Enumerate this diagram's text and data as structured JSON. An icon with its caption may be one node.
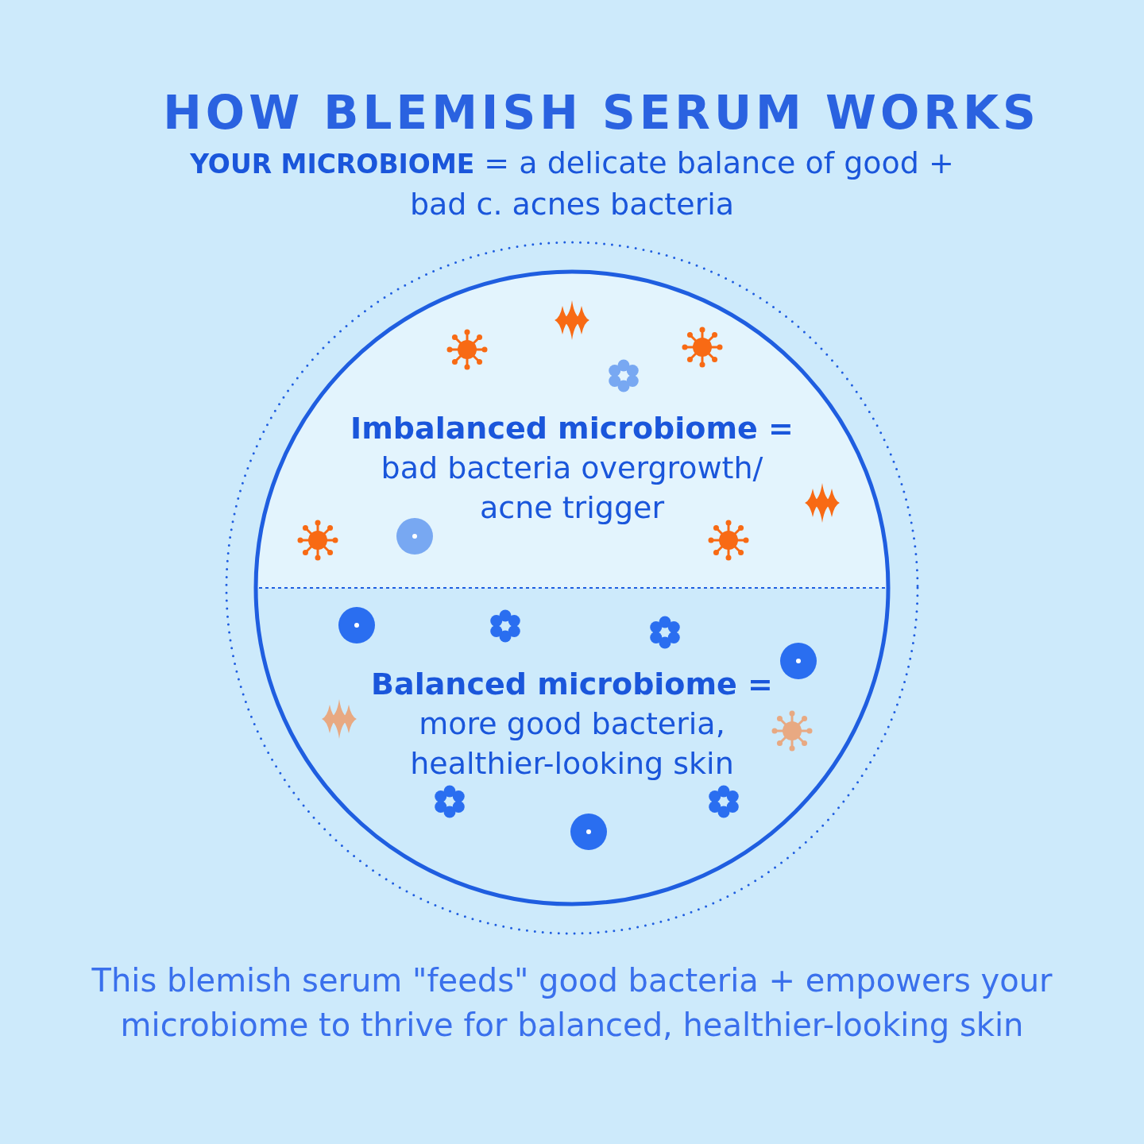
{
  "diagram": {
    "title": "HOW BLEMISH SERUM WORKS",
    "nodes": [
      {
        "text": [
          "Imbalanced microbiome =",
          "bad bacteria overgrowth/ acne trigger"
        ]
      },
      {
        "text": [
          "Balanced microbiome =",
          "more good bacteria, healthier-looking skin"
        ]
      }
    ],
    "edges": [],
    "labels": [
      "**YOUR MICROBIOME** = a delicate balance of good + bad c. acnes bacteria"
    ],
    "caption": "This blemish serum \"feeds\" good bacteria + empowers your microbiome to thrive for balanced, healthier-looking skin"
  }
}
